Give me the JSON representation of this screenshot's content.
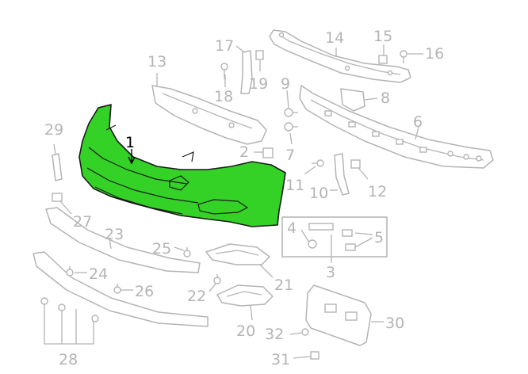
{
  "diagram": {
    "highlight_color": "#34d226",
    "line_color": "#b4b4b4",
    "active_label_color": "#000000",
    "callouts": [
      {
        "id": "1",
        "label": "1"
      },
      {
        "id": "2",
        "label": "2"
      },
      {
        "id": "3",
        "label": "3"
      },
      {
        "id": "4",
        "label": "4"
      },
      {
        "id": "5",
        "label": "5"
      },
      {
        "id": "6",
        "label": "6"
      },
      {
        "id": "7",
        "label": "7"
      },
      {
        "id": "8",
        "label": "8"
      },
      {
        "id": "9",
        "label": "9"
      },
      {
        "id": "10",
        "label": "10"
      },
      {
        "id": "11",
        "label": "11"
      },
      {
        "id": "12",
        "label": "12"
      },
      {
        "id": "13",
        "label": "13"
      },
      {
        "id": "14",
        "label": "14"
      },
      {
        "id": "15",
        "label": "15"
      },
      {
        "id": "16",
        "label": "16"
      },
      {
        "id": "17",
        "label": "17"
      },
      {
        "id": "18",
        "label": "18"
      },
      {
        "id": "19",
        "label": "19"
      },
      {
        "id": "20",
        "label": "20"
      },
      {
        "id": "21",
        "label": "21"
      },
      {
        "id": "22",
        "label": "22"
      },
      {
        "id": "23",
        "label": "23"
      },
      {
        "id": "24",
        "label": "24"
      },
      {
        "id": "25",
        "label": "25"
      },
      {
        "id": "26",
        "label": "26"
      },
      {
        "id": "27",
        "label": "27"
      },
      {
        "id": "28",
        "label": "28"
      },
      {
        "id": "29",
        "label": "29"
      },
      {
        "id": "30",
        "label": "30"
      },
      {
        "id": "31",
        "label": "31"
      },
      {
        "id": "32",
        "label": "32"
      }
    ]
  }
}
